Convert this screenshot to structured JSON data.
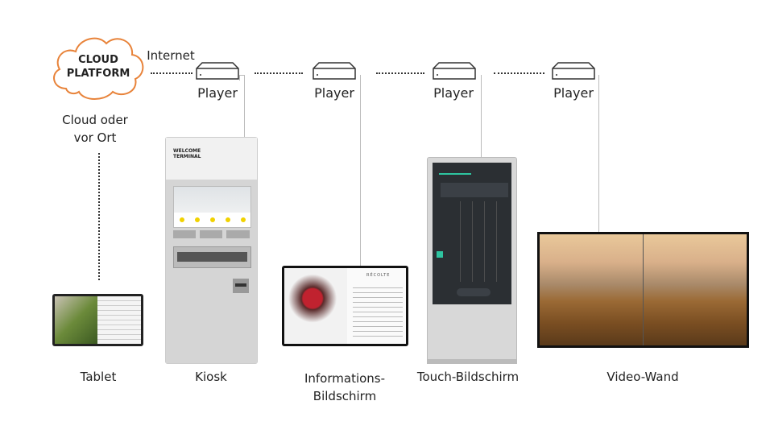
{
  "cloud": {
    "label_line1": "CLOUD",
    "label_line2": "PLATFORM",
    "caption_line1": "Cloud oder",
    "caption_line2": "vor Ort",
    "color": "#e8833a"
  },
  "connection": {
    "label": "Internet"
  },
  "players": [
    {
      "label": "Player"
    },
    {
      "label": "Player"
    },
    {
      "label": "Player"
    },
    {
      "label": "Player"
    }
  ],
  "devices": {
    "tablet": {
      "label": "Tablet"
    },
    "kiosk": {
      "label": "Kiosk",
      "screen_title_line1": "WELCOME",
      "screen_title_line2": "TERMINAL"
    },
    "info": {
      "label_line1": "Informations-",
      "label_line2": "Bildschirm",
      "brand": "RÉCOLTE"
    },
    "touch": {
      "label": "Touch-Bildschirm",
      "accent": "#2ec4a0"
    },
    "videowall": {
      "label": "Video-Wand"
    }
  }
}
